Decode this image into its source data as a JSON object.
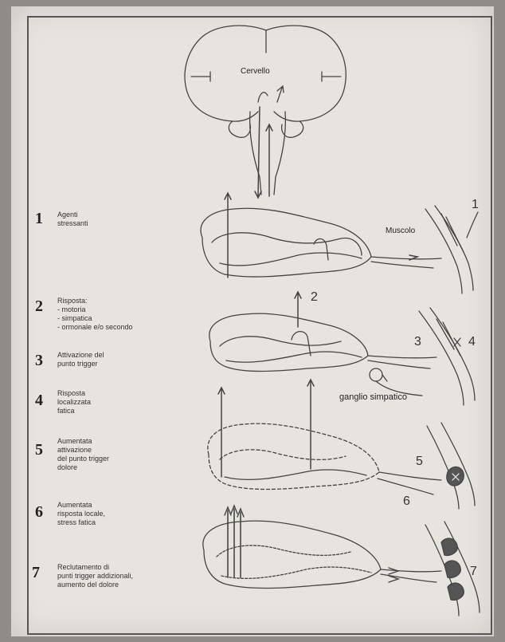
{
  "labels": {
    "brain": "Cervello",
    "muscle": "Muscolo",
    "ganglion": "ganglio simpatico"
  },
  "steps": [
    {
      "num": "1",
      "lines": [
        "Agenti",
        "stressanti"
      ]
    },
    {
      "num": "2",
      "lines": [
        "Risposta:",
        "- motoria",
        "- simpatica",
        "- ormonale e/o secondo"
      ]
    },
    {
      "num": "3",
      "lines": [
        "Attivazione del",
        "punto trigger"
      ]
    },
    {
      "num": "4",
      "lines": [
        "Risposta",
        "localizzata",
        "fatica"
      ]
    },
    {
      "num": "5",
      "lines": [
        "Aumentata",
        "attivazione",
        "del punto trigger",
        "dolore"
      ]
    },
    {
      "num": "6",
      "lines": [
        "Aumentata",
        "risposta locale,",
        "stress fatica"
      ]
    },
    {
      "num": "7",
      "lines": [
        "Reclutamento di",
        "punti trigger addizionali,",
        "aumento del dolore"
      ]
    }
  ],
  "diagram_numbers": [
    "1",
    "2",
    "3",
    "4",
    "5",
    "6",
    "7"
  ]
}
